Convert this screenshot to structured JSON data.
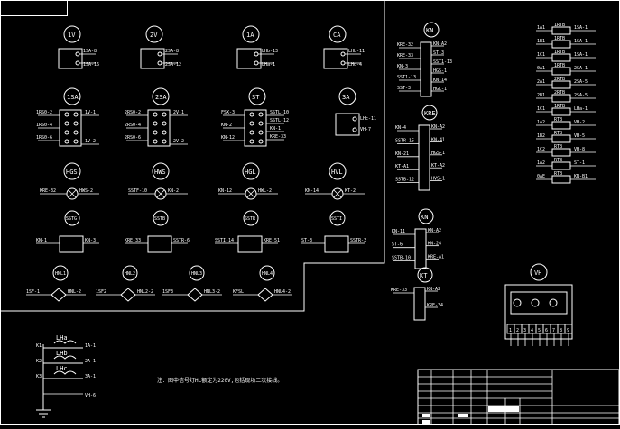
{
  "meters": [
    {
      "tag": "1V",
      "top": "1SA-8",
      "bottom": "1SA-16"
    },
    {
      "tag": "2V",
      "top": "2SA-8",
      "bottom": "2SA-12"
    },
    {
      "tag": "1A",
      "top": "LHb-13",
      "bottom": "LHa-1"
    },
    {
      "tag": "CA",
      "top": "LHb-11",
      "bottom": "LHd-4"
    }
  ],
  "switches": [
    {
      "tag": "1SA",
      "left": [
        "1RS0-2",
        "1RS0-4",
        "1RS0-6"
      ],
      "right": [
        "1V-1",
        "1V-2"
      ]
    },
    {
      "tag": "2SA",
      "left": [
        "2RS0-2",
        "2RS0-4",
        "2RS0-6"
      ],
      "right": [
        "2V-1",
        "2V-2"
      ]
    },
    {
      "tag": "ST",
      "left": [
        "FSX-3",
        "KN-2",
        "KN-12"
      ],
      "right": [
        "SSTL-10",
        "SSTL-12",
        "KN-1",
        "KRE-33"
      ]
    },
    {
      "tag": "3A",
      "left": [],
      "right": [
        "LHc-11",
        "VH-7"
      ]
    }
  ],
  "lamps_row1": [
    {
      "tag": "HGS",
      "left": "KRE-32",
      "right": "HWS-2"
    },
    {
      "tag": "HWS",
      "left": "SSTF-10",
      "right": "KN-2"
    },
    {
      "tag": "HGL",
      "left": "KN-12",
      "right": "HWL-2"
    },
    {
      "tag": "HVL",
      "left": "KN-14",
      "right": "KT-2"
    }
  ],
  "relays_row": [
    {
      "tag": "SSTG",
      "left": "KN-1",
      "right": "KN-3"
    },
    {
      "tag": "SSTB",
      "left": "KRE-33",
      "right": "SSTR-6"
    },
    {
      "tag": "SSTR",
      "left": "SSTI-14",
      "right": "KRE-51"
    },
    {
      "tag": "SSTI",
      "left": "ST-3",
      "right": "SSTR-3"
    }
  ],
  "lamps_row2": [
    {
      "tag": "HNL1",
      "left": "1SF-1",
      "right": "HNL-2"
    },
    {
      "tag": "HNL2",
      "left": "1SF2",
      "right": "HNL2-2"
    },
    {
      "tag": "HNL3",
      "left": "1SF3",
      "right": "HNL3-2"
    },
    {
      "tag": "HNL4",
      "left": "KFSL",
      "right": "HNL4-2"
    }
  ],
  "right_relays": [
    {
      "tag": "KN",
      "labels": [
        "KRE-32",
        "KRE-33",
        "KN-3",
        "SST1-13",
        "SST-3"
      ],
      "right": [
        "KN-A2",
        "ST-3",
        "SST1-13",
        "HGS-1",
        "KN-14",
        "HGL-1"
      ]
    },
    {
      "tag": "KRE",
      "labels": [
        "KN-4",
        "SSTR-15",
        "KN-21",
        "KT-A1",
        "SSTB-12"
      ],
      "right": [
        "KN-A2",
        "KN-41",
        "HGS-1",
        "KT-A2",
        "HVS-1"
      ]
    },
    {
      "tag": "KN",
      "labels": [
        "KN-11",
        "ST-6",
        "SSTB-10"
      ],
      "right": [
        "KN-A2",
        "KN-24",
        "KRE-A1"
      ]
    },
    {
      "tag": "KT",
      "labels": [
        "KRE-33"
      ],
      "right": [
        "KN-A2",
        "KRE-34"
      ]
    }
  ],
  "terminal_strip": [
    {
      "left": "1A1",
      "box": "1RTB",
      "right": "1SA-1"
    },
    {
      "left": "1B1",
      "box": "1RTB",
      "right": "1SA-1"
    },
    {
      "left": "1C1",
      "box": "1RTB",
      "right": "1SA-1"
    },
    {
      "left": "0A1",
      "box": "1RTB",
      "right": "2SA-1"
    },
    {
      "left": "2A1",
      "box": "2RTB",
      "right": "2SA-5"
    },
    {
      "left": "2B1",
      "box": "2RTB",
      "right": "2SA-5"
    },
    {
      "left": "1C1",
      "box": "1RTB",
      "right": "LHa-1"
    },
    {
      "left": "1A2",
      "box": "RTB",
      "right": "VH-2"
    },
    {
      "left": "1B2",
      "box": "RTB",
      "right": "VH-5"
    },
    {
      "left": "1C2",
      "box": "RTB",
      "right": "VH-8"
    },
    {
      "left": "1A2",
      "box": "RTB",
      "right": "ST-1"
    },
    {
      "left": "0AE",
      "box": "RTB",
      "right": "KN-B1"
    }
  ],
  "voltmeter_tag": "VH",
  "voltmeter_terminals": [
    "1",
    "2",
    "3",
    "4",
    "5",
    "6",
    "7",
    "8",
    "9"
  ],
  "ct_labels": [
    "LHa",
    "LHb",
    "LHc"
  ],
  "ct_left": [
    "K1",
    "K2",
    "K3"
  ],
  "ct_right": [
    "1A-1",
    "2A-1",
    "3A-1",
    "VH-6"
  ],
  "note_text": "注：图中信号灯HL额定为220V,包括现场二次接线。",
  "colors": {
    "line": "#ffffff",
    "bg": "#000000"
  }
}
